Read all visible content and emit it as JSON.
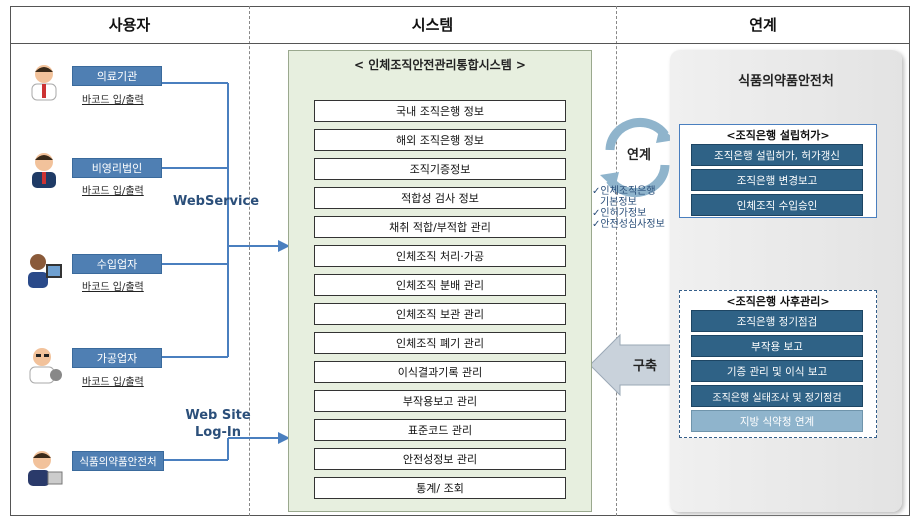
{
  "headers": {
    "user": "사용자",
    "system": "시스템",
    "link": "연계"
  },
  "users": [
    {
      "name": "의료기관",
      "sub": "바코드 입/출력"
    },
    {
      "name": "비영리법인",
      "sub": "바코드 입/출력"
    },
    {
      "name": "수입업자",
      "sub": "바코드 입/출력"
    },
    {
      "name": "가공업자",
      "sub": "바코드 입/출력"
    },
    {
      "name": "식품의약품안전처",
      "sub": ""
    }
  ],
  "connectors": {
    "webservice": "WebService",
    "website_1": "Web Site",
    "website_2": "Log-In"
  },
  "system": {
    "title": "< 인체조직안전관리통합시스템 >",
    "modules": [
      "국내 조직은행 정보",
      "해외 조직은행 정보",
      "조직기증정보",
      "적합성 검사 정보",
      "채취 적합/부적합 관리",
      "인체조직 처리·가공",
      "인체조직 분배 관리",
      "인체조직 보관 관리",
      "인체조직 폐기 관리",
      "이식결과기록 관리",
      "부작용보고 관리",
      "표준코드 관리",
      "안전성정보 관리",
      "통계/ 조회"
    ]
  },
  "link": {
    "cycle_label": "연계",
    "checks": [
      "✓인체조직은행",
      " 기본정보",
      "✓인허가정보",
      "✓안전성심사정보"
    ],
    "build_label": "구축",
    "org": "식품의약품안전처",
    "group1": {
      "title": "<조직은행 설립허가>",
      "items": [
        "조직은행 설립허가, 허가갱신",
        "조직은행 변경보고",
        "인체조직 수입승인"
      ]
    },
    "group2": {
      "title": "<조직은행 사후관리>",
      "items": [
        "조직은행 정기점검",
        "부작용 보고",
        "기증 관리 및 이식 보고",
        "조직은행 실태조사 및 정기점검",
        "지방 식약청 연계"
      ]
    }
  },
  "colors": {
    "dark_box": "#2f6286",
    "light_box": "#8fb4cc",
    "user_bar": "#4f7fb3",
    "panel": "#e7efdf"
  }
}
